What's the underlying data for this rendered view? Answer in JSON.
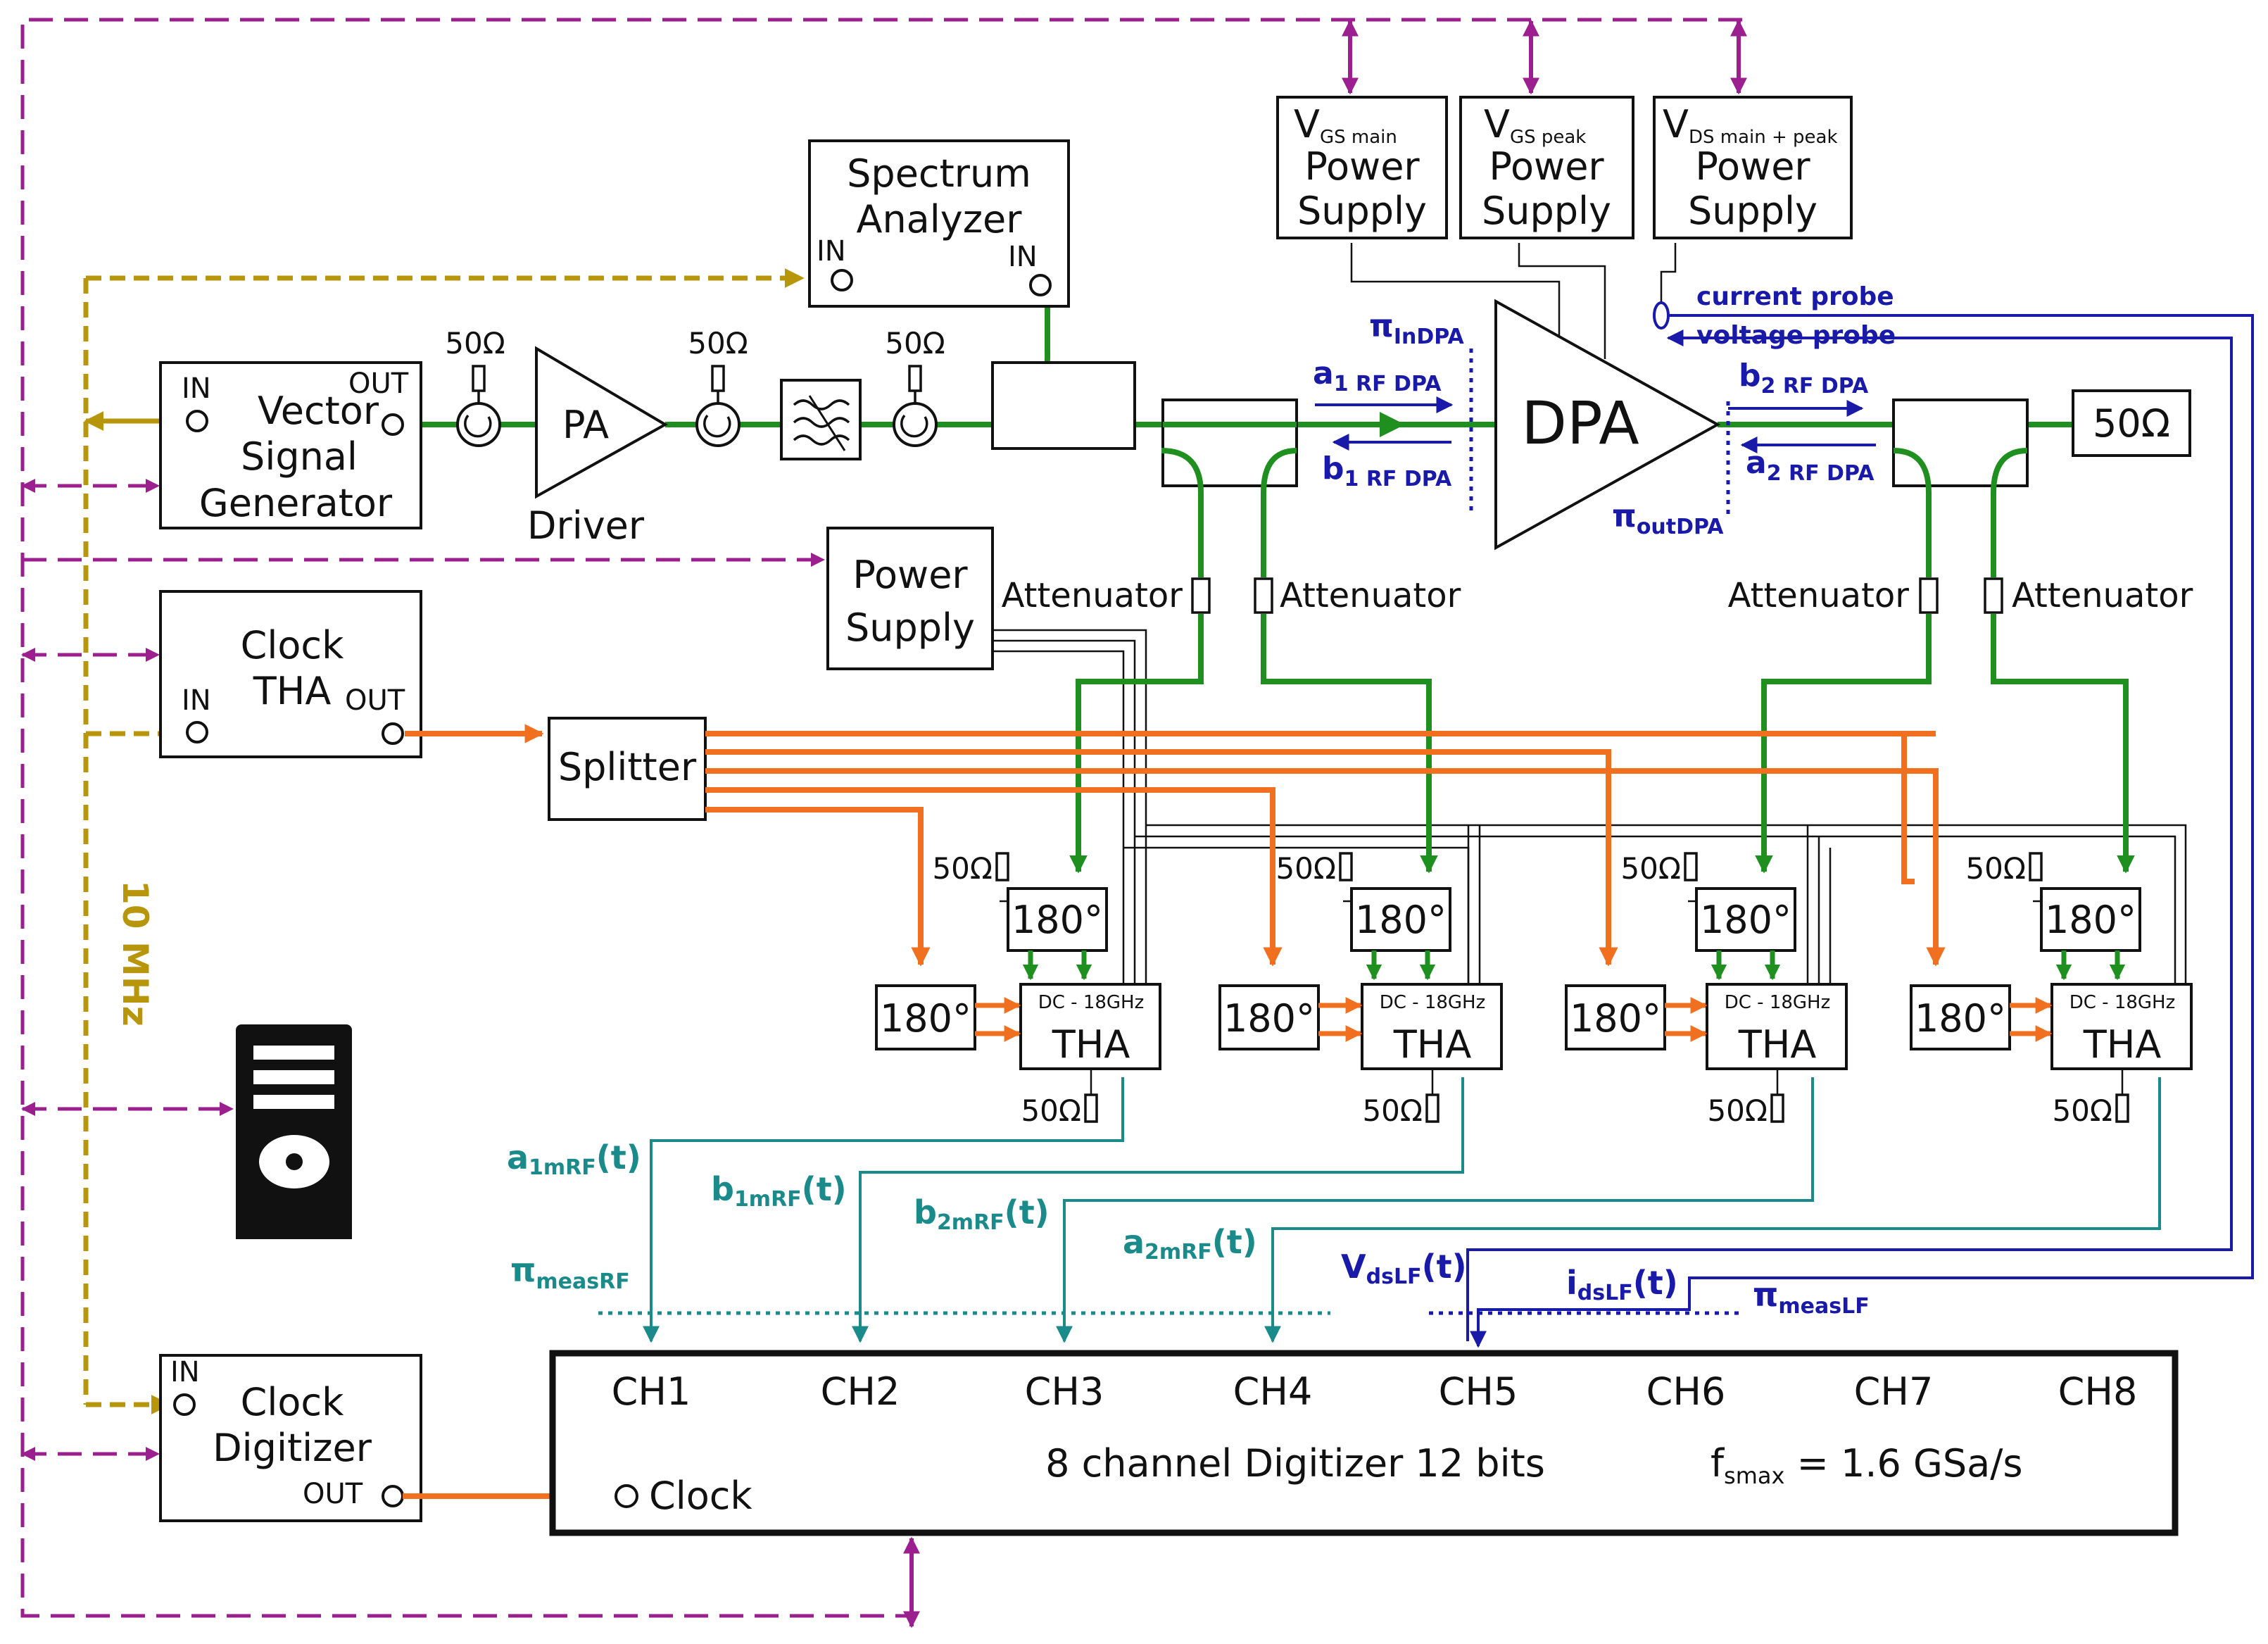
{
  "colors": {
    "control": "#9b1f8e",
    "reference": "#b8960c",
    "rf": "#1f8f1f",
    "clock": "#f07020",
    "probe": "#1a1aa8",
    "measure": "#1a8a8a",
    "line": "#111111"
  },
  "blocks": {
    "vsg": [
      "Vector",
      "Signal",
      "Generator"
    ],
    "vsg_in": "IN",
    "vsg_out": "OUT",
    "spectrum": [
      "Spectrum",
      "Analyzer"
    ],
    "spectrum_in_left": "IN",
    "spectrum_in_right": "IN",
    "pa": "PA",
    "driver": "Driver",
    "dpa": "DPA",
    "power_supply": [
      "Power",
      "Supply"
    ],
    "clock_tha": [
      "Clock",
      "THA"
    ],
    "clock_tha_in": "IN",
    "clock_tha_out": "OUT",
    "splitter": "Splitter",
    "clock_dig": [
      "Clock",
      "Digitizer"
    ],
    "clock_dig_in": "IN",
    "clock_dig_out": "OUT",
    "termination_right": "50Ω",
    "supply_vgs_main": {
      "v": "V",
      "sub": "GS main",
      "l1": "Power",
      "l2": "Supply"
    },
    "supply_vgs_peak": {
      "v": "V",
      "sub": "GS peak",
      "l1": "Power",
      "l2": "Supply"
    },
    "supply_vds": {
      "v": "V",
      "sub": "DS main + peak",
      "l1": "Power",
      "l2": "Supply"
    }
  },
  "ohm": "50Ω",
  "attenuator": "Attenuator",
  "hybrid": "180°",
  "tha": {
    "label": "THA",
    "band": "DC - 18GHz"
  },
  "waves": {
    "a1": {
      "main": "a",
      "sub": "1 RF DPA"
    },
    "b1": {
      "main": "b",
      "sub": "1 RF DPA"
    },
    "b2": {
      "main": "b",
      "sub": "2 RF DPA"
    },
    "a2": {
      "main": "a",
      "sub": "2 RF DPA"
    }
  },
  "planes": {
    "in_dpa": {
      "main": "π",
      "sub": "InDPA"
    },
    "out_dpa": {
      "main": "π",
      "sub": "outDPA"
    },
    "meas_rf": {
      "main": "π",
      "sub": "measRF"
    },
    "meas_lf": {
      "main": "π",
      "sub": "measLF"
    }
  },
  "probes": {
    "current": "current probe",
    "voltage": "voltage probe"
  },
  "signals": {
    "a1m": {
      "main": "a",
      "sub": "1mRF",
      "tail": "(t)"
    },
    "b1m": {
      "main": "b",
      "sub": "1mRF",
      "tail": "(t)"
    },
    "b2m": {
      "main": "b",
      "sub": "2mRF",
      "tail": "(t)"
    },
    "a2m": {
      "main": "a",
      "sub": "2mRF",
      "tail": "(t)"
    },
    "vds": {
      "main": "V",
      "sub": "dsLF",
      "tail": "(t)"
    },
    "ids": {
      "main": "i",
      "sub": "dsLF",
      "tail": "(t)"
    }
  },
  "reference_freq": "10 MHz",
  "digitizer": {
    "channels": [
      "CH1",
      "CH2",
      "CH3",
      "CH4",
      "CH5",
      "CH6",
      "CH7",
      "CH8"
    ],
    "title": "8 channel Digitizer 12 bits",
    "fs_main": "f",
    "fs_sub": "smax",
    "fs_value": " = 1.6 GSa/s",
    "clock_label": "Clock"
  }
}
